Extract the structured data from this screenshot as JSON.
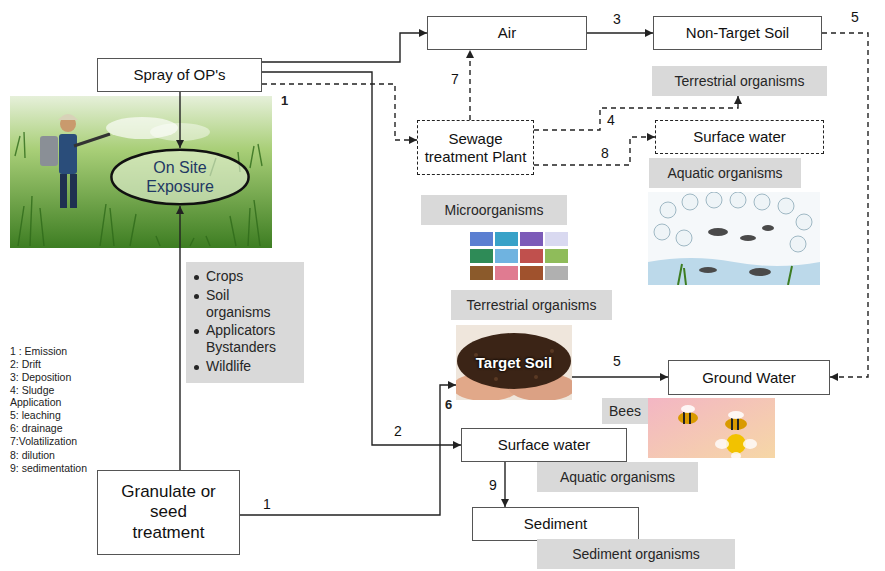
{
  "diagram": {
    "nodes": [
      {
        "text": [
          "Spray of OP's"
        ]
      },
      {
        "text": [
          "On Site Exposure"
        ]
      },
      {
        "text": [
          "Crops",
          "Soil organisms",
          "Applicators Bystanders",
          "Wildlife"
        ]
      },
      {
        "text": [
          "Granulate or seed treatment"
        ]
      },
      {
        "text": [
          "Air"
        ]
      },
      {
        "text": [
          "Non-Target Soil"
        ]
      },
      {
        "text": [
          "Terrestrial organisms"
        ]
      },
      {
        "text": [
          "Sewage treatment Plant"
        ]
      },
      {
        "text": [
          "Microorganisms"
        ]
      },
      {
        "text": [
          "Surface water"
        ]
      },
      {
        "text": [
          "Aquatic organisms"
        ]
      },
      {
        "text": [
          "Terrestrial organisms"
        ]
      },
      {
        "text": [
          "Target Soil"
        ]
      },
      {
        "text": [
          "Ground Water"
        ]
      },
      {
        "text": [
          "Bees"
        ]
      },
      {
        "text": [
          "Surface water"
        ]
      },
      {
        "text": [
          "Aquatic organisms"
        ]
      },
      {
        "text": [
          "Sediment"
        ]
      },
      {
        "text": [
          "Sediment organisms"
        ]
      }
    ],
    "edges": [
      {
        "from": 0,
        "to": 4,
        "arrow": "to"
      },
      {
        "from": 0,
        "to": 1,
        "arrow": "to"
      },
      {
        "from": 0,
        "to": 15,
        "label": "2",
        "arrow": "to"
      },
      {
        "from": 0,
        "to": 7,
        "arrow": "to"
      },
      {
        "from": 4,
        "to": 5,
        "label": "3",
        "arrow": "to"
      },
      {
        "from": 7,
        "to": 6,
        "label": "4",
        "arrow": "to"
      },
      {
        "from": 7,
        "to": 4,
        "label": "7",
        "arrow": "to"
      },
      {
        "from": 7,
        "to": 9,
        "label": "8",
        "arrow": "to"
      },
      {
        "from": 5,
        "to": 13,
        "label": "5",
        "arrow": "to"
      },
      {
        "from": 12,
        "to": 13,
        "label": "5",
        "arrow": "to"
      },
      {
        "from": 3,
        "to": 1,
        "arrow": "to"
      },
      {
        "from": 3,
        "to": 12,
        "label": "1",
        "arrow": "to"
      },
      {
        "from": 15,
        "to": 17,
        "label": "9",
        "arrow": "to"
      }
    ],
    "labels": [
      "1",
      "6",
      "1 : Emission",
      "2: Drift",
      "3: Deposition",
      "4: Sludge Application",
      "5: leaching",
      "6: drainage",
      "7:Volatilization",
      "8: dilution",
      "9: sedimentation"
    ]
  }
}
